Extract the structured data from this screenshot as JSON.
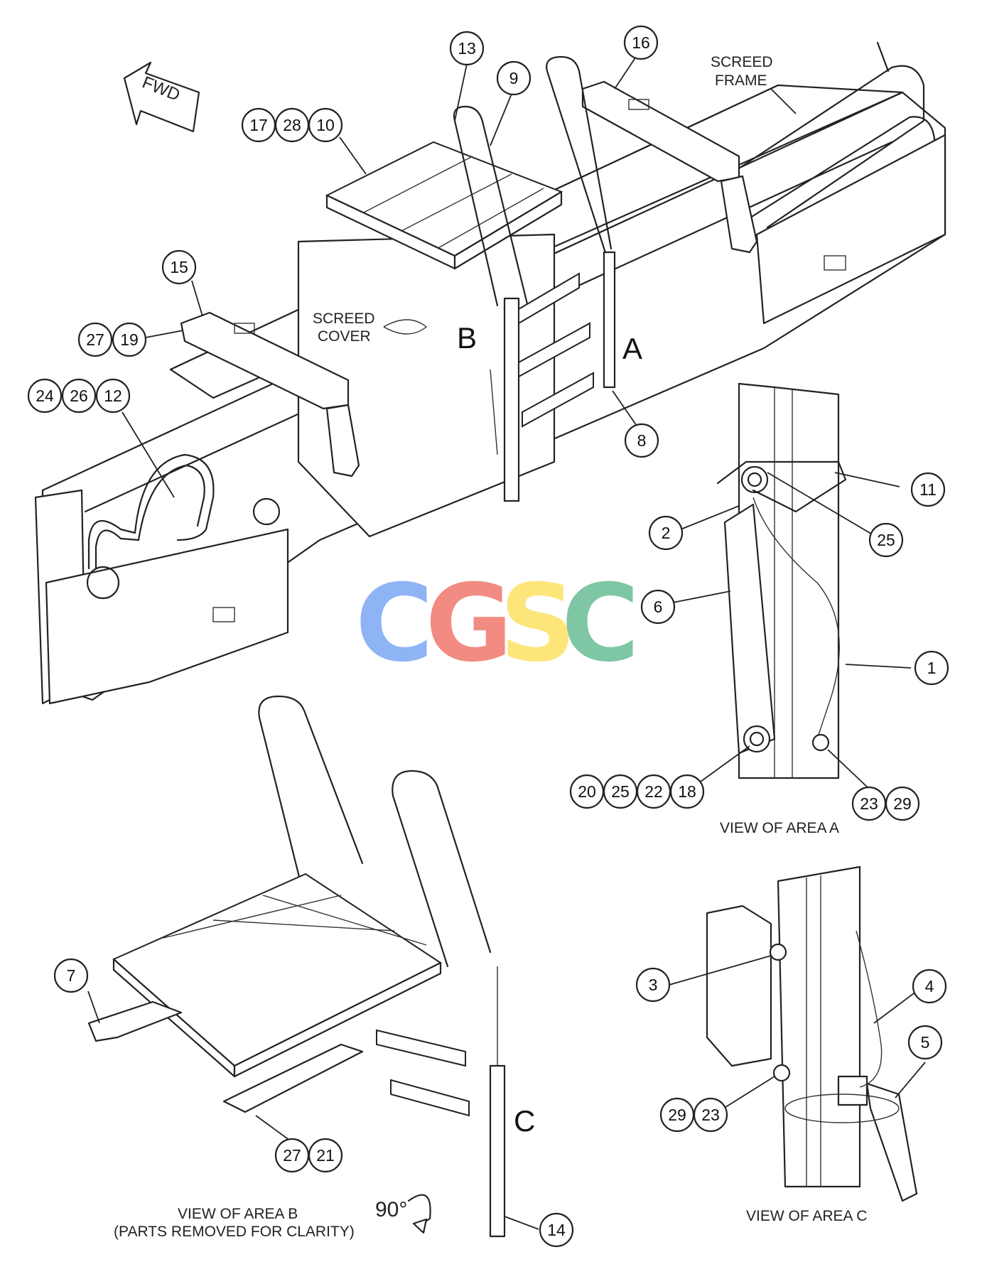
{
  "texts": {
    "fwd": "FWD",
    "screed_frame_1": "SCREED",
    "screed_frame_2": "FRAME",
    "screed_cover_1": "SCREED",
    "screed_cover_2": "COVER",
    "area_a": "A",
    "area_b": "B",
    "area_c": "C",
    "view_a": "VIEW OF AREA A",
    "view_b_1": "VIEW OF AREA B",
    "view_b_2": "(PARTS REMOVED FOR CLARITY)",
    "view_c": "VIEW OF AREA C",
    "rotation": "90°"
  },
  "watermark": {
    "letters": [
      "C",
      "G",
      "S",
      "C"
    ],
    "colors": [
      "#8fb4f5",
      "#f28b82",
      "#fde57a",
      "#7fc6a4"
    ]
  },
  "callouts": [
    "13",
    "16",
    "9",
    "17",
    "28",
    "10",
    "15",
    "27",
    "19",
    "24",
    "26",
    "12",
    "8",
    "11",
    "2",
    "25",
    "6",
    "1",
    "20",
    "25",
    "22",
    "18",
    "23",
    "29",
    "7",
    "3",
    "4",
    "5",
    "29",
    "23",
    "27",
    "21",
    "14"
  ]
}
